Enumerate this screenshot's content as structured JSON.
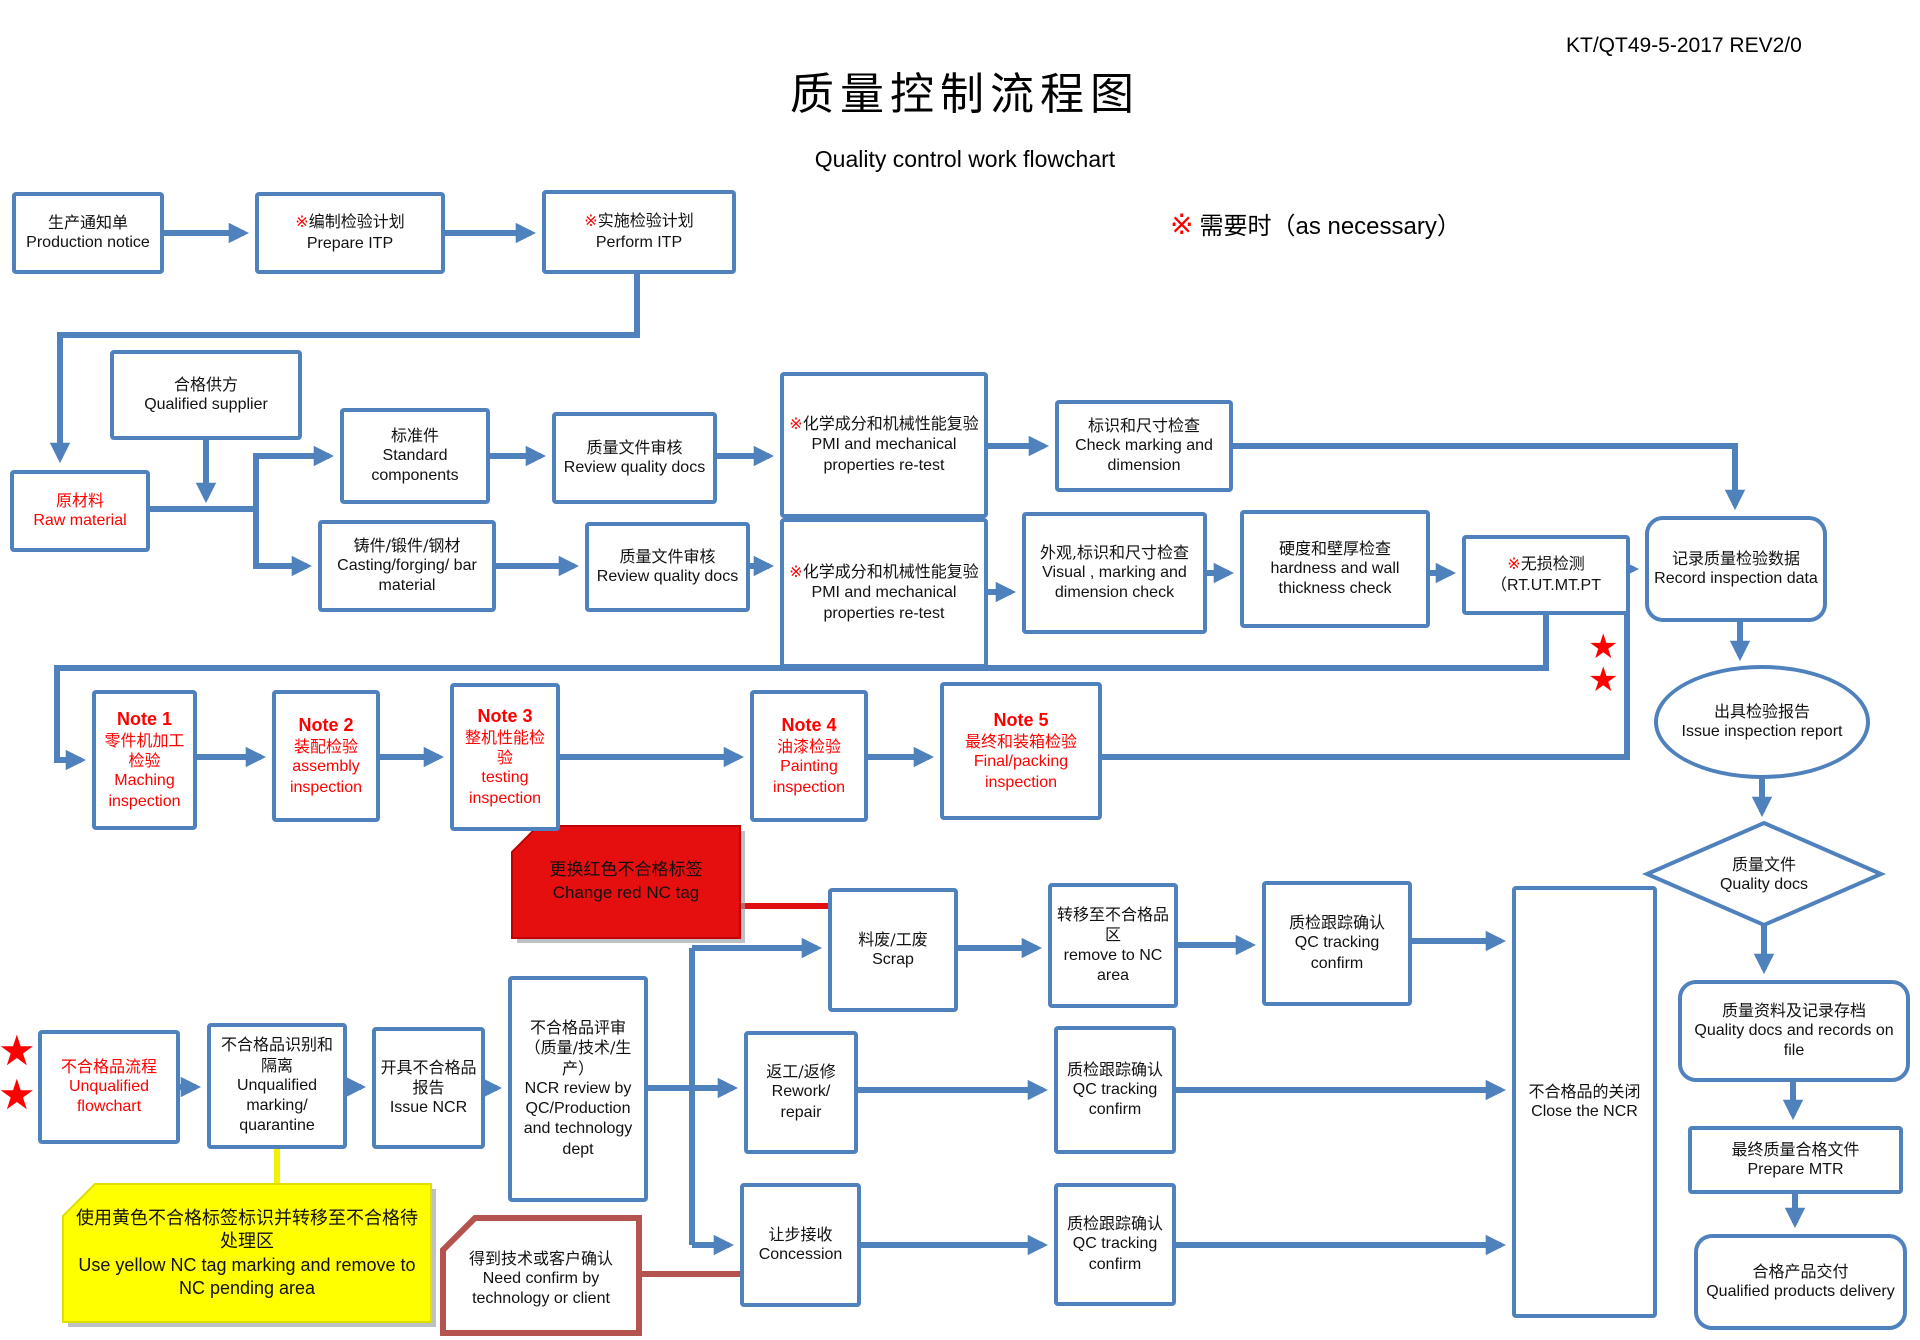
{
  "header": {
    "doc_number": "KT/QT49-5-2017  REV2/0",
    "title_zh": "质量控制流程图",
    "title_en": "Quality control work flowchart",
    "legend_mark": "※",
    "legend_text": "需要时（as necessary）"
  },
  "colors": {
    "accent": "#4f81bd",
    "red": "#ff0000",
    "tag_red": "#e60f0f",
    "dark_red": "#b5534f",
    "yellow": "#ffff00"
  },
  "stars": {
    "glyph": "★"
  },
  "nodes": {
    "production_notice": {
      "zh": "生产通知单",
      "en": "Production notice"
    },
    "prepare_itp": {
      "mark": "※",
      "zh": "编制检验计划",
      "en": "Prepare ITP"
    },
    "perform_itp": {
      "mark": "※",
      "zh": "实施检验计划",
      "en": "Perform ITP"
    },
    "qualified_supplier": {
      "zh": "合格供方",
      "en": "Qualified supplier"
    },
    "raw_material": {
      "zh": "原材料",
      "en": "Raw material"
    },
    "standard_components": {
      "zh": "标准件",
      "en": "Standard components"
    },
    "review_docs_1": {
      "zh": "质量文件审核",
      "en": "Review quality docs"
    },
    "pmi_retest_1": {
      "mark": "※",
      "zh": "化学成分和机械性能复验",
      "en": "PMI and mechanical properties re-test"
    },
    "check_marking": {
      "zh": "标识和尺寸检查",
      "en": "Check marking and dimension"
    },
    "casting_material": {
      "zh": "铸件/锻件/钢材",
      "en": "Casting/forging/ bar material"
    },
    "review_docs_2": {
      "zh": "质量文件审核",
      "en": "Review quality docs"
    },
    "pmi_retest_2": {
      "mark": "※",
      "zh": "化学成分和机械性能复验",
      "en": "PMI and mechanical properties re-test"
    },
    "visual_check": {
      "zh": "外观,标识和尺寸检查",
      "en": "Visual , marking and dimension check"
    },
    "hardness_check": {
      "zh": "硬度和壁厚检查",
      "en": "hardness and wall thickness check"
    },
    "ndt_check": {
      "mark": "※",
      "zh": "无损检测",
      "en": "（RT.UT.MT.PT"
    },
    "record_data": {
      "zh": "记录质量检验数据",
      "en": "Record inspection data"
    },
    "issue_report": {
      "zh": "出具检验报告",
      "en": "Issue inspection report"
    },
    "quality_docs": {
      "zh": "质量文件",
      "en": "Quality docs"
    },
    "docs_on_file": {
      "zh": "质量资料及记录存档",
      "en": "Quality docs and records on file"
    },
    "prepare_mtr": {
      "zh": "最终质量合格文件",
      "en": "Prepare MTR"
    },
    "delivery": {
      "zh": "合格产品交付",
      "en": "Qualified products delivery"
    },
    "note1": {
      "note": "Note 1",
      "zh": "零件机加工检验",
      "en": "Maching inspection"
    },
    "note2": {
      "note": "Note 2",
      "zh": "装配检验",
      "en": "assembly inspection"
    },
    "note3": {
      "note": "Note 3",
      "zh": "整机性能检验",
      "en": "testing inspection"
    },
    "note4": {
      "note": "Note 4",
      "zh": "油漆检验",
      "en": "Painting inspection"
    },
    "note5": {
      "note": "Note 5",
      "zh": "最终和装箱检验",
      "en": "Final/packing inspection"
    },
    "red_tag": {
      "zh": "更换红色不合格标签",
      "en": "Change red NC tag"
    },
    "unqualified_flow": {
      "zh": "不合格品流程",
      "en": "Unqualified flowchart"
    },
    "quarantine": {
      "zh": "不合格品识别和隔离",
      "en": "Unqualified marking/ quarantine"
    },
    "issue_ncr": {
      "zh": "开具不合格品报告",
      "en": "Issue NCR"
    },
    "ncr_review": {
      "zh": "不合格品评审（质量/技术/生产）",
      "en": "NCR review by QC/Production and technology dept"
    },
    "yellow_tag": {
      "zh": "使用黄色不合格标签标识并转移至不合格待处理区",
      "en": "Use yellow NC tag marking and remove to NC pending area"
    },
    "need_confirm": {
      "zh": "得到技术或客户确认",
      "en": "Need confirm by technology or client"
    },
    "scrap": {
      "zh": "料废/工废",
      "en": "Scrap"
    },
    "remove_nc": {
      "zh": "转移至不合格品区",
      "en": "remove to NC area"
    },
    "qc_confirm_1": {
      "zh": "质检跟踪确认",
      "en": "QC tracking confirm"
    },
    "rework": {
      "zh": "返工/返修",
      "en": "Rework/ repair"
    },
    "qc_confirm_2": {
      "zh": "质检跟踪确认",
      "en": "QC tracking confirm"
    },
    "concession": {
      "zh": "让步接收",
      "en": "Concession"
    },
    "qc_confirm_3": {
      "zh": "质检跟踪确认",
      "en": "QC tracking confirm"
    },
    "close_ncr": {
      "zh": "不合格品的关闭",
      "en": "Close the NCR"
    }
  }
}
